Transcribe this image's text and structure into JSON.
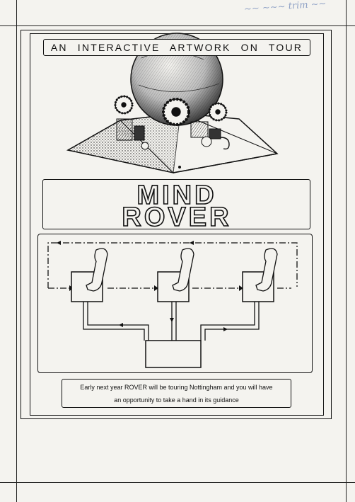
{
  "margin_note": "~~ ~~~ trim ~~",
  "header": {
    "label": "AN INTERACTIVE ARTWORK ON TOUR"
  },
  "logo": {
    "word1": "MIND",
    "word2": "ROVER"
  },
  "caption": {
    "line1": "Early next year ROVER will be touring Nottingham and you will have",
    "line2": "an opportunity to take a hand in its guidance"
  },
  "colors": {
    "ink": "#111111",
    "paper": "#f4f3ef",
    "pencil_note": "#6d86b8"
  },
  "icons": [
    "robot-sphere-illustration",
    "robotic-arm-icon",
    "control-unit-box"
  ]
}
